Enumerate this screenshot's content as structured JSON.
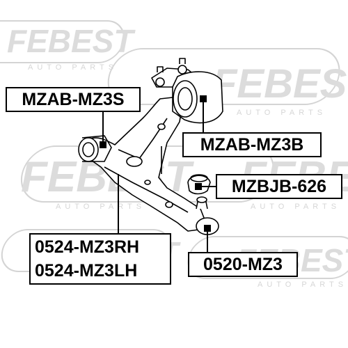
{
  "watermark": {
    "brand": "FEBEST",
    "tagline": "AUTO PARTS",
    "color": "#cfcfcf"
  },
  "callouts": {
    "mzab_mz3s": "MZAB-MZ3S",
    "mzab_mz3b": "MZAB-MZ3B",
    "mzbjb_626": "MZBJB-626",
    "part_0524_mz3rh": "0524-MZ3RH",
    "part_0524_mz3lh": "0524-MZ3LH",
    "part_0520_mz3": "0520-MZ3"
  },
  "colors": {
    "line": "#000000",
    "box_border": "#000000",
    "text": "#000000"
  }
}
